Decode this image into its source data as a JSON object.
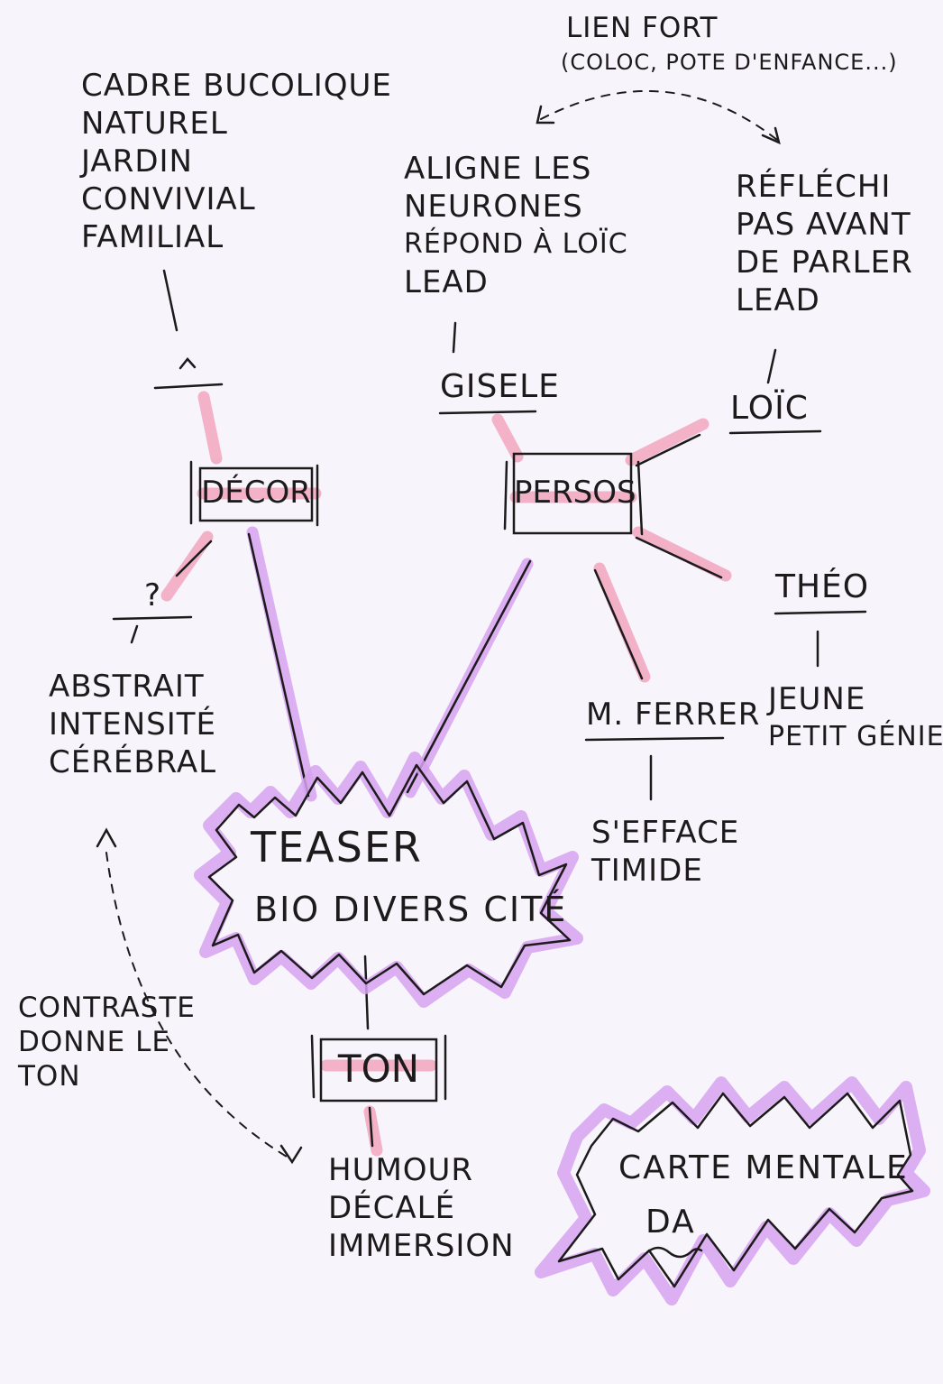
{
  "nodes": {
    "decor": {
      "label": "DÉCOR"
    },
    "persos": {
      "label": "PERSOS"
    },
    "ton": {
      "label": "TON"
    },
    "teaser": {
      "line1": "TEASER",
      "line2": "BIO DIVERS CITÉ"
    },
    "title": {
      "line1": "CARTE MENTALE",
      "line2": "DA"
    },
    "gisele": {
      "label": "GISELE"
    },
    "loic": {
      "label": "LOÏC"
    },
    "theo": {
      "label": "THÉO"
    },
    "ferrer": {
      "label": "M. FERRER"
    },
    "mystery": {
      "label": "?"
    }
  },
  "notes": {
    "decor_top": [
      "CADRE BUCOLIQUE",
      "NATUREL",
      "JARDIN",
      "CONVIVIAL",
      "FAMILIAL"
    ],
    "decor_bottom": [
      "ABSTRAIT",
      "INTENSITÉ",
      "CÉRÉBRAL"
    ],
    "gisele": [
      "ALIGNE LES",
      "NEURONES",
      "RÉPOND À LOÏC",
      "LEAD"
    ],
    "loic": [
      "RÉFLÉCHI",
      "PAS AVANT",
      "DE PARLER",
      "LEAD"
    ],
    "link": [
      "LIEN FORT",
      "(COLOC, POTE D'ENFANCE...)"
    ],
    "theo": [
      "JEUNE",
      "PETIT GÉNIE"
    ],
    "ferrer": [
      "S'EFFACE",
      "TIMIDE"
    ],
    "ton": [
      "HUMOUR",
      "DÉCALÉ",
      "IMMERSION"
    ],
    "contrast": [
      "CONTRASTE",
      "DONNE LE",
      "TON"
    ]
  },
  "colors": {
    "ink": "#1d1a1c",
    "pink_marker": "#f2a6bd",
    "violet_marker": "#d6a2ee",
    "paper": "#f7f4fb"
  }
}
